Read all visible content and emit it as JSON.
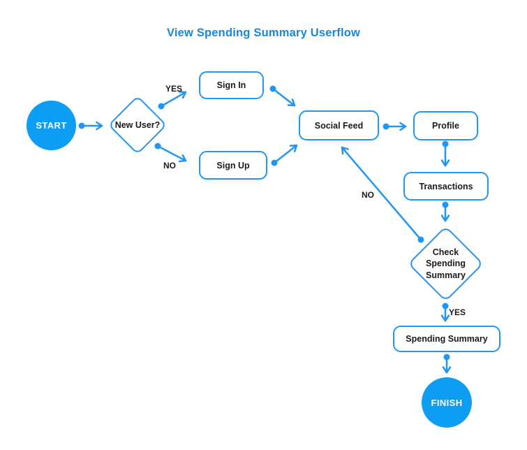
{
  "title": "View Spending Summary Userflow",
  "colors": {
    "node_fill": "#0d9df2",
    "stroke": "#2196f3",
    "title_text": "#1787dc",
    "label_text": "#1a1a1a",
    "background": "#ffffff"
  },
  "nodes": {
    "start": {
      "label": "START",
      "type": "terminal"
    },
    "new_user": {
      "label": "New User?",
      "type": "decision"
    },
    "sign_in": {
      "label": "Sign In",
      "type": "process"
    },
    "sign_up": {
      "label": "Sign Up",
      "type": "process"
    },
    "social_feed": {
      "label": "Social Feed",
      "type": "process"
    },
    "profile": {
      "label": "Profile",
      "type": "process"
    },
    "transactions": {
      "label": "Transactions",
      "type": "process"
    },
    "check_spending": {
      "label": "Check Spending Summary",
      "type": "decision"
    },
    "spending_summary": {
      "label": "Spending Summary",
      "type": "process"
    },
    "finish": {
      "label": "FINISH",
      "type": "terminal"
    }
  },
  "edge_labels": {
    "new_user_yes": "YES",
    "new_user_no": "NO",
    "check_spending_no": "NO",
    "check_spending_yes": "YES"
  },
  "edges": [
    {
      "from": "start",
      "to": "new_user",
      "label": ""
    },
    {
      "from": "new_user",
      "to": "sign_in",
      "label": "YES"
    },
    {
      "from": "sign_in",
      "to": "social_feed",
      "label": ""
    },
    {
      "from": "new_user",
      "to": "sign_up",
      "label": "NO"
    },
    {
      "from": "sign_up",
      "to": "social_feed",
      "label": ""
    },
    {
      "from": "social_feed",
      "to": "profile",
      "label": ""
    },
    {
      "from": "profile",
      "to": "transactions",
      "label": ""
    },
    {
      "from": "transactions",
      "to": "check_spending",
      "label": ""
    },
    {
      "from": "check_spending",
      "to": "social_feed",
      "label": "NO"
    },
    {
      "from": "check_spending",
      "to": "spending_summary",
      "label": "YES"
    },
    {
      "from": "spending_summary",
      "to": "finish",
      "label": ""
    }
  ]
}
